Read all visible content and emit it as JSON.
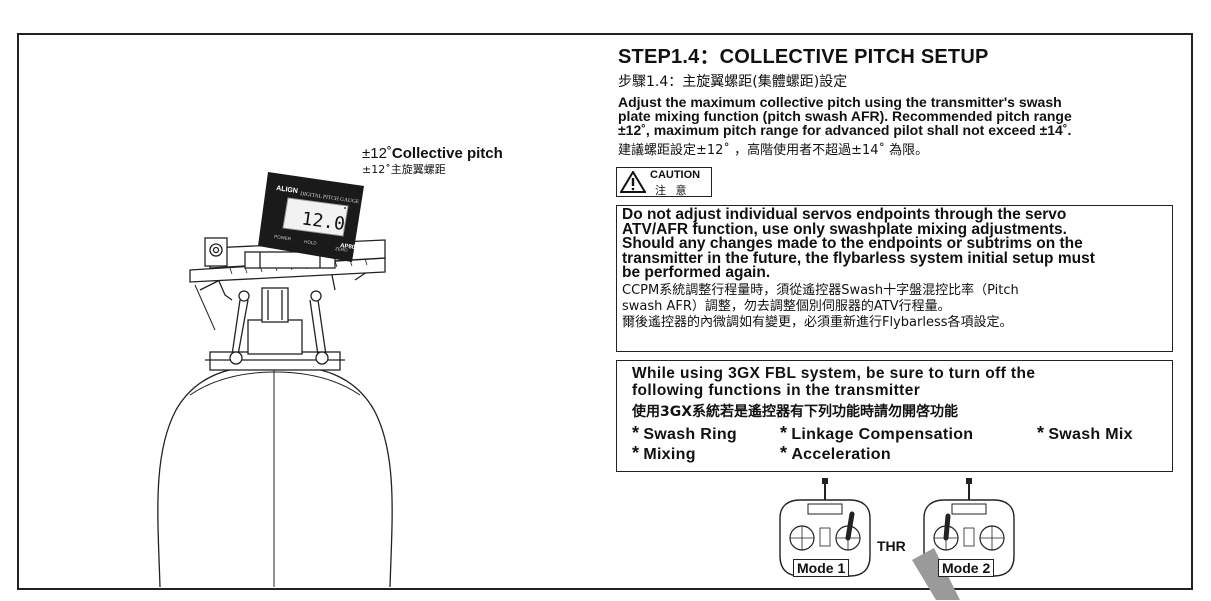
{
  "step": {
    "title": "STEP1.4：COLLECTIVE PITCH SETUP",
    "subtitle_zh": "步驟1.4：主旋翼螺距(集體螺距)設定",
    "instructions_en": [
      "Adjust the maximum collective pitch using the transmitter's swash",
      "plate mixing function (pitch swash AFR).  Recommended pitch range",
      "±12˚, maximum pitch range for advanced pilot shall not exceed ±14˚."
    ],
    "instructions_zh": "建議螺距設定±12˚ ，高階使用者不超過±14˚ 為限。"
  },
  "pitch_label": {
    "en_prefix": "±12˚",
    "en": "Collective pitch",
    "zh": "±12˚主旋翼螺距"
  },
  "gauge": {
    "brand": "ALIGN",
    "name": "DIGITAL PITCH GAUGE",
    "reading": "12.0",
    "unit": "˚",
    "model": "AP800",
    "buttons": [
      "POWER",
      "HOLD",
      "ZERO"
    ]
  },
  "caution": {
    "en": "CAUTION",
    "zh": "注 意"
  },
  "notice_box": {
    "en_lines": [
      "Do not adjust individual servos endpoints through the servo",
      "ATV/AFR function, use only swashplate mixing adjustments.",
      "Should any changes made to the endpoints or subtrims on the",
      "transmitter in the future, the flybarless system initial setup must",
      "be performed again."
    ],
    "zh_lines": [
      "CCPM系統調整行程量時，須從遙控器Swash十字盤混控比率（Pitch",
      "swash AFR）調整，勿去調整個別伺服器的ATV行程量。",
      "爾後遙控器的內微調如有變更，必須重新進行Flybarless各項設定。"
    ]
  },
  "functions_box": {
    "en_lines": [
      "While using 3GX FBL system, be sure to turn off the",
      "following functions in the transmitter"
    ],
    "zh": "使用3GX系統若是遙控器有下列功能時請勿開啓功能",
    "items": [
      "Swash Ring",
      "Linkage Compensation",
      "Swash Mix",
      "Mixing",
      "Acceleration"
    ]
  },
  "transmitters": {
    "thr_label": "THR",
    "modes": [
      "Mode 1",
      "Mode 2"
    ]
  }
}
